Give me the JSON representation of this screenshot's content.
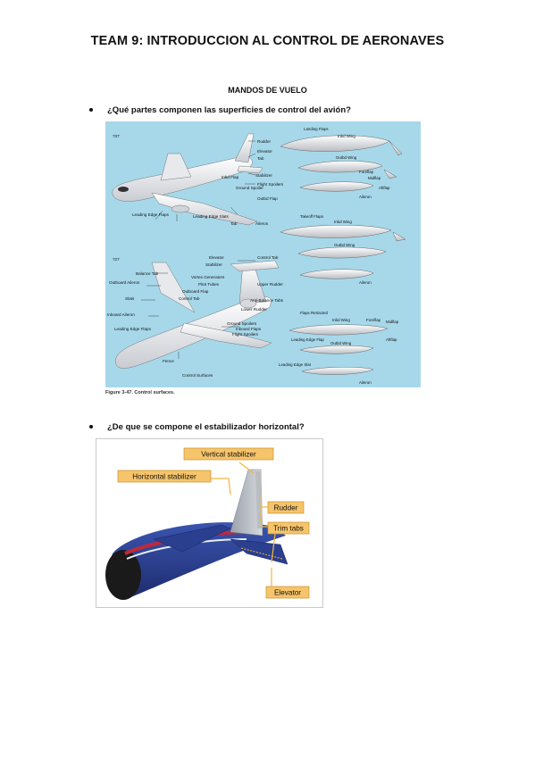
{
  "document": {
    "title": "TEAM 9: INTRODUCCION AL CONTROL DE AERONAVES",
    "section": "MANDOS DE VUELO",
    "questions": [
      "¿Qué partes componen las superficies de control del avión?",
      "¿De que se compone el estabilizador horizontal?"
    ]
  },
  "figure1": {
    "caption": "Figure 3-47. Control surfaces.",
    "model_737": "737",
    "model_727": "727",
    "footer": "Control Surfaces",
    "labels_737": {
      "rudder": "Rudder",
      "elevator": "Elevator",
      "tab": "Tab",
      "stabilizer": "Stabilizer",
      "inbd_flap": "Inbd Flap",
      "flight_spoilers": "Flight Spoilers",
      "ground_spoiler": "Ground Spoiler",
      "outbd_flap": "Outbd Flap",
      "leading_edge_flaps": "Leading Edge Flaps",
      "leading_edge_slats": "Leading Edge Slats",
      "tab2": "Tab",
      "aileron": "Aileron"
    },
    "labels_727": {
      "elevator": "Elevator",
      "control_tab": "Control Tab",
      "stabilizer": "Stabilizer",
      "balance_tab": "Balance Tab",
      "vortex_generators": "Vortex Generators",
      "outboard_aileron": "Outboard Aileron",
      "pitot_tubes": "Pitot Tubes",
      "upper_rudder": "Upper Rudder",
      "outboard_flap": "Outboard Flap",
      "control_tab2": "Control Tab",
      "slats": "Slats",
      "anti_balance_tabs": "Anti-Balance Tabs",
      "lower_rudder": "Lower Rudder",
      "inboard_aileron": "Inboard Aileron",
      "ground_spoilers": "Ground Spoilers",
      "inboard_flaps": "Inboard Flaps",
      "leading_edge_flaps": "Leading Edge Flaps",
      "flight_spoilers": "Flight Spoilers",
      "fence": "Fence"
    },
    "sections": {
      "landing_flaps": "Landing Flaps",
      "inbd_wing": "Inbd Wing",
      "outbd_wing": "Outbd Wing",
      "foreflap": "Foreflap",
      "midflap": "Midflap",
      "aftflap": "Aftflap",
      "aileron": "Aileron",
      "takeoff_flaps": "Takeoff Flaps",
      "inbd_wing2": "Inbd Wing",
      "outbd_wing2": "Outbd Wing",
      "aileron2": "Aileron",
      "flaps_retracted": "Flaps Retracted",
      "inbd_wing3": "Inbd Wing",
      "foreflap2": "Foreflap",
      "midflap2": "Midflap",
      "aftflap2": "Aftflap",
      "leading_edge_flap": "Leading Edge Flap",
      "outbd_wing3": "Outbd Wing",
      "leading_edge_slat": "Leading Edge Slat",
      "aileron3": "Aileron"
    }
  },
  "figure2": {
    "vertical_stabilizer": "Vertical stabilizer",
    "horizontal_stabilizer": "Horizontal stabilizer",
    "rudder": "Rudder",
    "trim_tabs": "Trim tabs",
    "elevator": "Elevator"
  },
  "colors": {
    "fig1_background": "#a6d8ea",
    "label_box": "#f6c46a",
    "label_border": "#c8902a",
    "fuselage_blue": "#2b3f8f",
    "accent_red": "#c0283a"
  }
}
